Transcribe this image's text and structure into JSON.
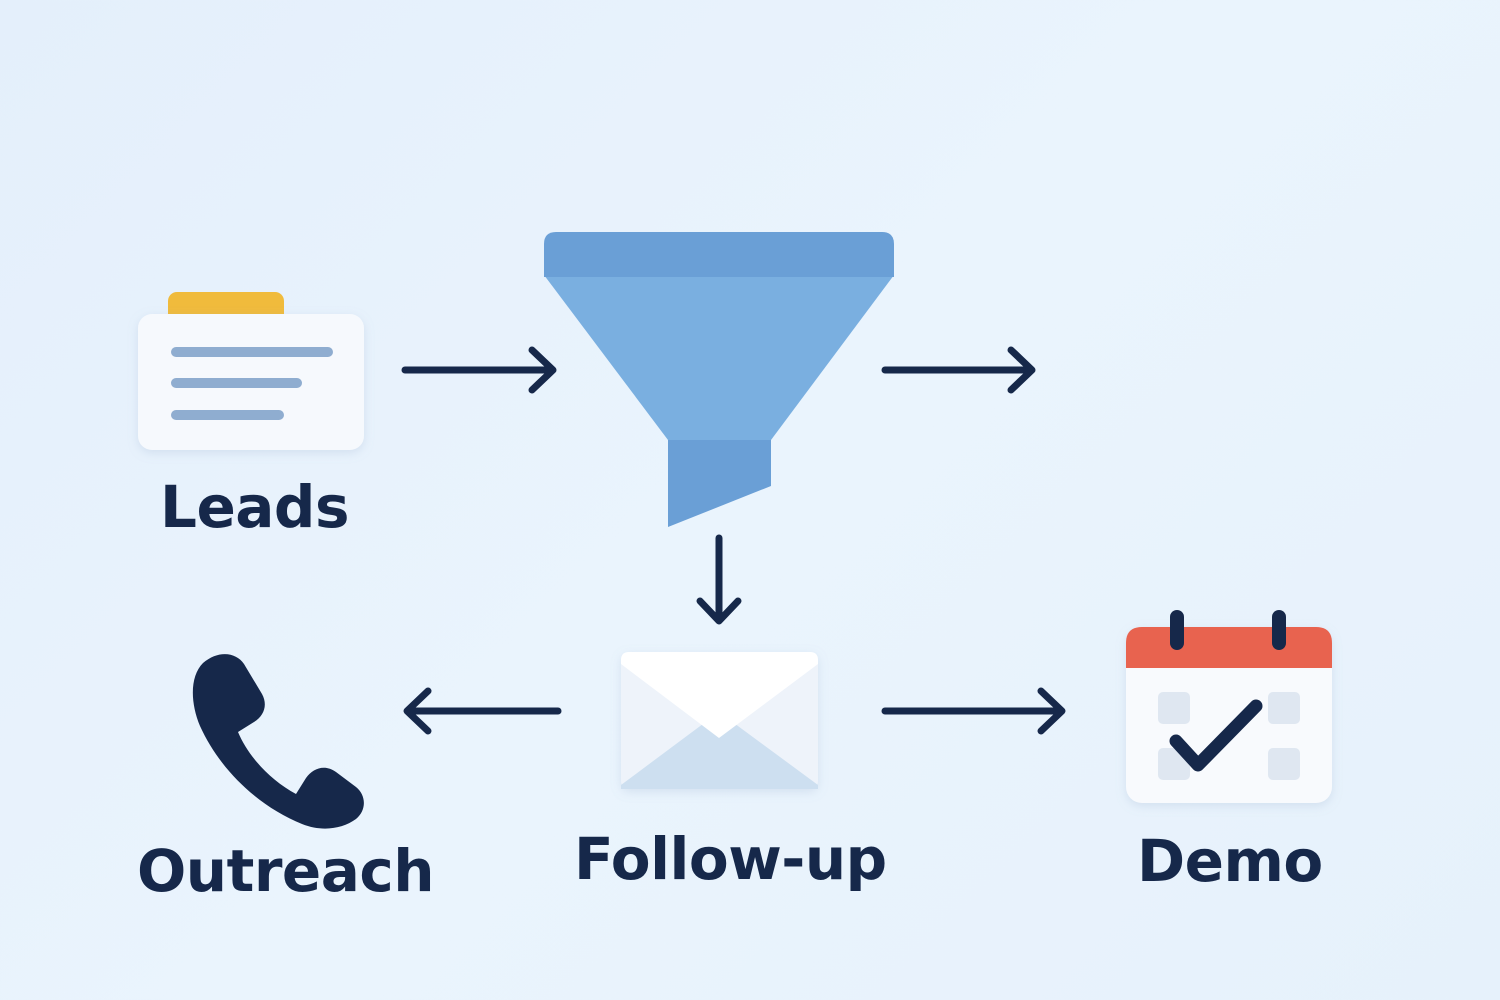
{
  "nodes": {
    "leads": {
      "label": "Leads"
    },
    "outreach": {
      "label": "Outreach"
    },
    "followup": {
      "label": "Follow-up"
    },
    "demo": {
      "label": "Demo"
    }
  },
  "colors": {
    "background": "#e6f1fb",
    "text": "#16284a",
    "arrow": "#16284a",
    "funnel_top": "#6a9fd6",
    "funnel_body": "#7aafe0",
    "folder_tab": "#f0bb3c",
    "card_lines": "#8fadd0",
    "calendar_header": "#e8634f",
    "checkmark": "#16284a",
    "phone": "#16284a",
    "envelope_back": "#eef3fa",
    "envelope_flap": "#cddff0"
  },
  "icons": {
    "leads": "document-card-icon",
    "funnel": "funnel-icon",
    "outreach": "phone-icon",
    "followup": "envelope-icon",
    "demo": "calendar-check-icon"
  }
}
